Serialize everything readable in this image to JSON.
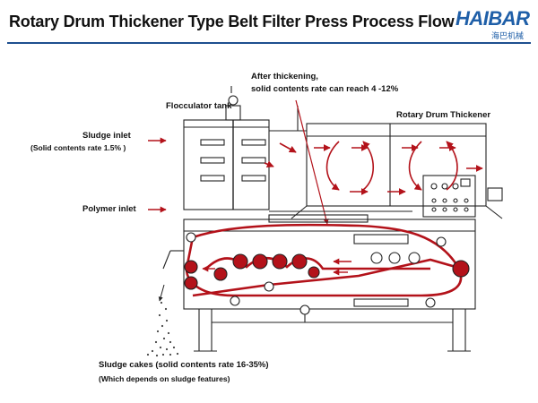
{
  "header": {
    "title": "Rotary Drum Thickener Type Belt Filter Press Process Flow",
    "logo_text": "HAIBAR",
    "logo_subtext": "海巴机械"
  },
  "labels": {
    "after_thickening_line1": "After thickening,",
    "after_thickening_line2": "solid contents rate can reach 4 -12%",
    "flocculator_tank": "Flocculator tank",
    "rotary_drum_thickener": "Rotary Drum Thickener",
    "sludge_inlet": "Sludge inlet",
    "sludge_inlet_rate": "(Solid contents rate 1.5% )",
    "polymer_inlet": "Polymer inlet",
    "sludge_cakes_line1": "Sludge cakes (solid contents rate 16-35%)",
    "sludge_cakes_line2": "(Which depends on sludge features)"
  },
  "colors": {
    "accent_red": "#b3121a",
    "line_dark": "#222222",
    "brand_blue": "#1f5fa8"
  }
}
